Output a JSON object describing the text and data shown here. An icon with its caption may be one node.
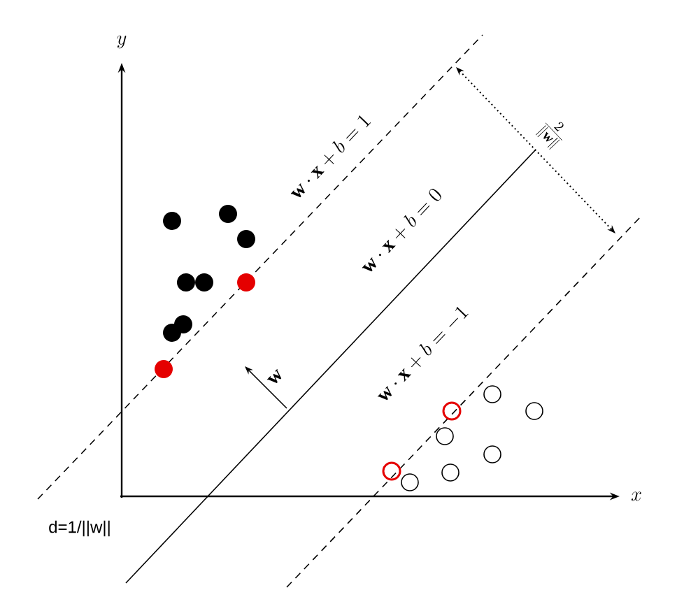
{
  "diagram": {
    "labels": [
      "y",
      "\\mathbf{w}\\cdot\\mathbf{x}+b=1",
      "\\frac{2}{\\|\\mathbf{w}\\|}",
      "\\mathbf{w}\\cdot\\mathbf{x}+b=0",
      "\\mathbf{w}",
      "\\mathbf{w}\\cdot\\mathbf{x}+b=-1",
      "x",
      "d=1/||w||"
    ]
  }
}
